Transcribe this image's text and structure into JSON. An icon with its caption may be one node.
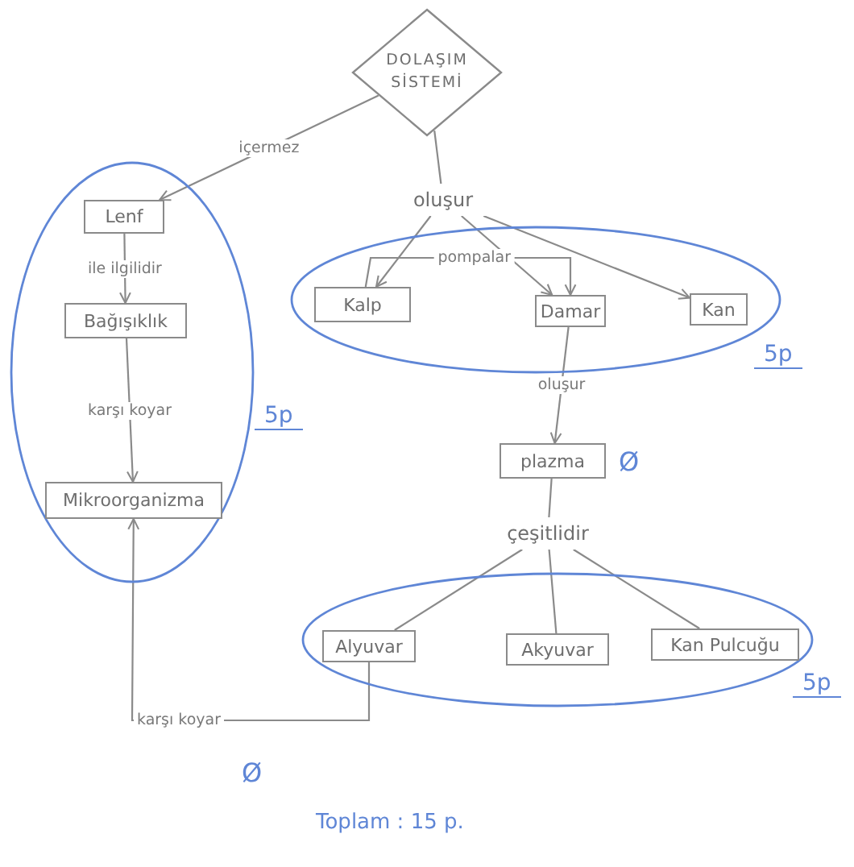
{
  "diagram": {
    "nodes": [
      {
        "text": [
          "DOLAŞIM SİSTEMİ"
        ]
      },
      {
        "text": [],
        "shape": "ellipse",
        "beside": [
          "5p"
        ]
      },
      {
        "text": [
          "Lenf"
        ],
        "in": 1
      },
      {
        "text": [
          "Bağışıklık"
        ],
        "in": 1
      },
      {
        "text": [
          "Mikroorganizma"
        ],
        "in": 1
      },
      {
        "text": [
          "oluşur"
        ]
      },
      {
        "text": [],
        "shape": "ellipse",
        "beside": [
          "5p"
        ]
      },
      {
        "text": [
          "Kalp"
        ],
        "in": 6
      },
      {
        "text": [
          "Damar"
        ],
        "in": 6
      },
      {
        "text": [
          "Kan"
        ],
        "in": 6
      },
      {
        "text": [
          "plazma"
        ],
        "beside": [
          "Ø"
        ]
      },
      {
        "text": [
          "çeşitlidir"
        ]
      },
      {
        "text": [],
        "shape": "ellipse",
        "beside": [
          "5p"
        ]
      },
      {
        "text": [
          "Alyuvar"
        ],
        "in": 12
      },
      {
        "text": [
          "Akyuvar"
        ],
        "in": 12
      },
      {
        "text": [
          "Kan Pulcuğu"
        ],
        "in": 12
      }
    ],
    "edges": [
      {
        "from": 0,
        "to": 2,
        "arrow": "to",
        "label": "içermez"
      },
      {
        "from": 2,
        "to": 3,
        "arrow": "to",
        "label": "ile ilgilidir"
      },
      {
        "from": 3,
        "to": 4,
        "arrow": "to",
        "label": "karşı koyar"
      },
      {
        "from": 0,
        "to": 5,
        "arrow": "none"
      },
      {
        "from": 5,
        "to": 7,
        "arrow": "to"
      },
      {
        "from": 5,
        "to": 8,
        "arrow": "to"
      },
      {
        "from": 5,
        "to": 9,
        "arrow": "to"
      },
      {
        "from": 7,
        "to": 8,
        "arrow": "to",
        "label": "pompalar"
      },
      {
        "from": 8,
        "to": 10,
        "arrow": "to",
        "label": "oluşur"
      },
      {
        "from": 10,
        "to": 11,
        "arrow": "none"
      },
      {
        "from": 11,
        "to": 13,
        "arrow": "none"
      },
      {
        "from": 11,
        "to": 14,
        "arrow": "none"
      },
      {
        "from": 11,
        "to": 15,
        "arrow": "none"
      },
      {
        "from": 13,
        "to": 4,
        "arrow": "to",
        "label": "karşı koyar"
      }
    ],
    "labels": [
      "Ø",
      "Toplam : 15 p."
    ]
  }
}
